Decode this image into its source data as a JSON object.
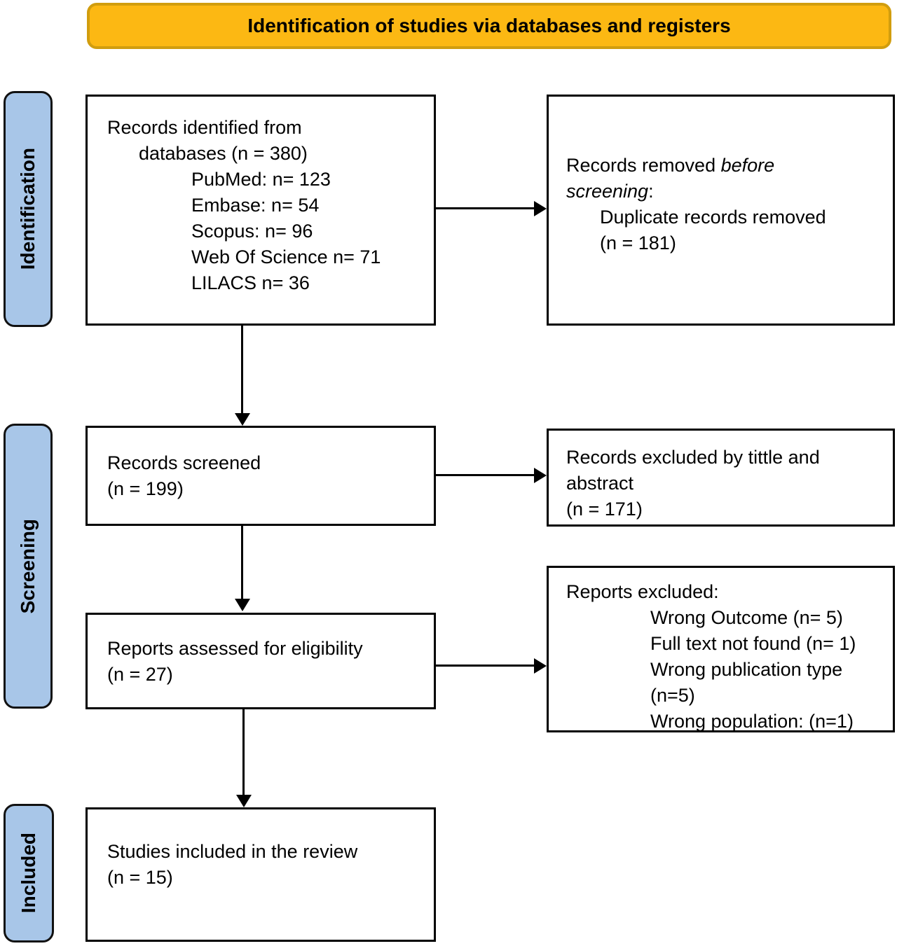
{
  "title": "Identification of studies via databases and registers",
  "colors": {
    "banner_fill": "#FCB813",
    "banner_border": "#D19D0E",
    "stage_fill": "#A8C6E8",
    "box_border": "#000000"
  },
  "stages": {
    "identification": "Identification",
    "screening": "Screening",
    "included": "Included"
  },
  "boxes": {
    "records_identified": {
      "line1": "Records identified from",
      "line2": "databases (n = 380)",
      "items": [
        "PubMed: n= 123",
        "Embase: n= 54",
        "Scopus: n= 96",
        "Web Of Science n= 71",
        "LILACS n= 36"
      ]
    },
    "records_removed": {
      "line1_normal": "Records removed ",
      "line1_italic": "before",
      "line2_italic": "screening",
      "line2_colon": ":",
      "items": [
        "Duplicate records removed",
        "(n = 181)"
      ]
    },
    "records_screened": {
      "lines": [
        "Records screened",
        "(n = 199)"
      ]
    },
    "records_excluded": {
      "lines": [
        "Records excluded by tittle and",
        "abstract",
        "(n = 171)"
      ]
    },
    "reports_assessed": {
      "lines": [
        "Reports assessed for eligibility",
        "(n = 27)"
      ]
    },
    "reports_excluded": {
      "header": "Reports excluded:",
      "items": [
        "Wrong Outcome (n= 5)",
        "Full text not found (n= 1)",
        "Wrong publication type",
        "(n=5)",
        "Wrong population: (n=1)"
      ]
    },
    "studies_included": {
      "lines": [
        "Studies included in the review",
        "(n = 15)"
      ]
    }
  }
}
